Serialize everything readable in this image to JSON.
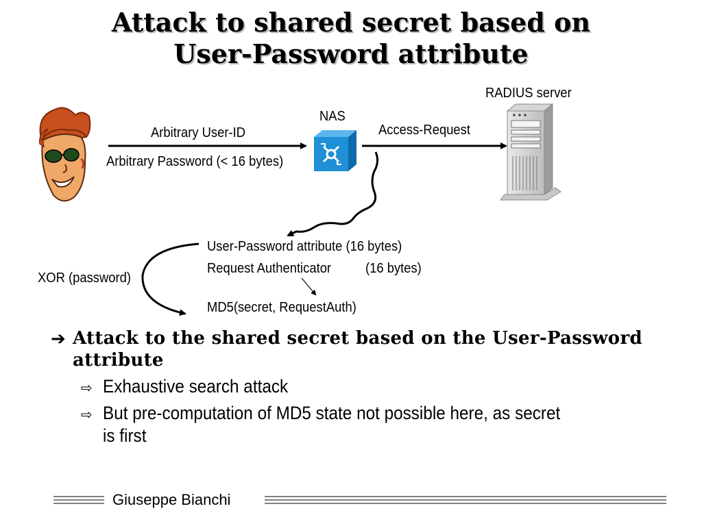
{
  "title": {
    "line1": "Attack to shared secret based on",
    "line2": "User-Password attribute"
  },
  "diagram": {
    "nas_label": "NAS",
    "radius_label": "RADIUS server",
    "user_id_label": "Arbitrary User-ID",
    "password_label": "Arbitrary Password (< 16 bytes)",
    "access_request_label": "Access-Request",
    "user_password_attr": "User-Password attribute (16 bytes)",
    "request_authenticator": "Request Authenticator",
    "request_authenticator_size": "(16 bytes)",
    "md5_label": "MD5(secret, RequestAuth)",
    "xor_label": "XOR (password)"
  },
  "bullets": {
    "main": "Attack to the shared secret based on the User-Password attribute",
    "sub": [
      "Exhaustive search attack",
      "But pre-computation of MD5 state not possible here, as secret is first"
    ]
  },
  "footer": {
    "author": "Giuseppe Bianchi"
  },
  "colors": {
    "nas_blue": "#1f8fd6",
    "title_shadow": "#b8b8b8",
    "face_orange": "#f0a868",
    "hair": "#c8501e"
  }
}
